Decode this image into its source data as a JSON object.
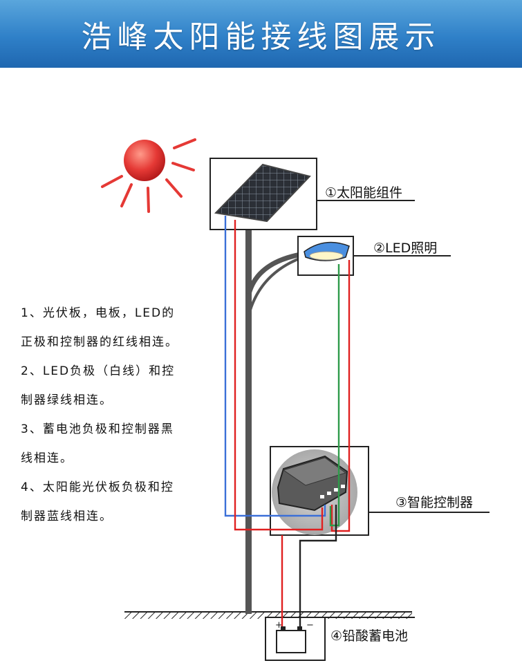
{
  "header": {
    "title": "浩峰太阳能接线图展示"
  },
  "components": {
    "solar_panel": "①太阳能组件",
    "led": "②LED照明",
    "controller": "③智能控制器",
    "battery": "④铅酸蓄电池"
  },
  "battery_terminals": {
    "positive": "+",
    "negative": "−"
  },
  "notes": [
    "1、光伏板，电板，LED的",
    "正极和控制器的红线相连。",
    "2、LED负极（白线）和控",
    "制器绿线相连。",
    "3、蓄电池负极和控制器黑",
    "线相连。",
    "4、太阳能光伏板负极和控",
    "制器蓝线相连。"
  ],
  "colors": {
    "header": "#2f80c8",
    "sun": "#e53935",
    "wire_red": "#e02020",
    "wire_blue": "#3a6fd8",
    "wire_green": "#2e9b4a",
    "wire_black": "#222222",
    "pole": "#555555"
  }
}
